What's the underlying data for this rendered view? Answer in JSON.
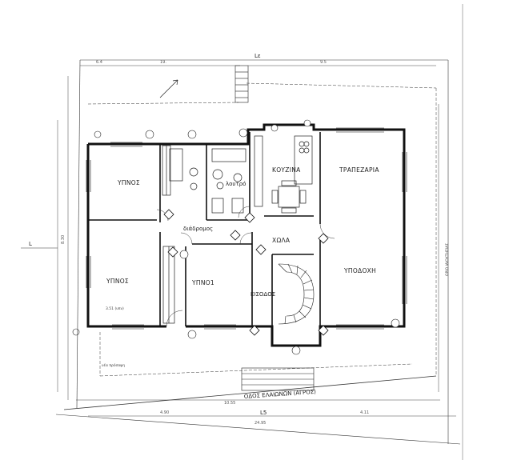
{
  "rooms": {
    "bedroom_top": "ΥΠΝΟΣ",
    "bedroom_left": "ΥΠΝΟΣ",
    "bedroom_mid": "ΥΠΝΟ1",
    "kitchen": "ΚΟΥΖΙΝΑ",
    "dining": "ΤΡΑΠΕΖΑΡΙΑ",
    "living": "ΥΠΟΔΟΧΗ",
    "hall": "ΧΩΛΑ",
    "bath": "λουτρό",
    "corridor": "διάδρομος",
    "entrance": "ΕΙΣΟΔΟΣ"
  },
  "street_label": "ΟΔΟΣ ΕΛΑΙΩΝΩΝ (ΑΓΡΟΣ)",
  "side_label": "ΟΡΙΟ ΙΔΙΟΚΤΗΣΙΑΣ",
  "north_marker": "L5",
  "dimensions": {
    "overall_height": "8.30",
    "bottom_total": "24.95",
    "bottom_sub": "10.55",
    "top_total": "19.",
    "bottom_right": "4.11",
    "top_left": "6.4",
    "top_right": "9.5",
    "bottom_mid": "4.90"
  },
  "annotations": {
    "bottom_note": "νέα πρόσοψη",
    "section_left": "L",
    "section_right": "L5",
    "level_top": "Lε",
    "area_left": "3.51 (υπν)"
  }
}
